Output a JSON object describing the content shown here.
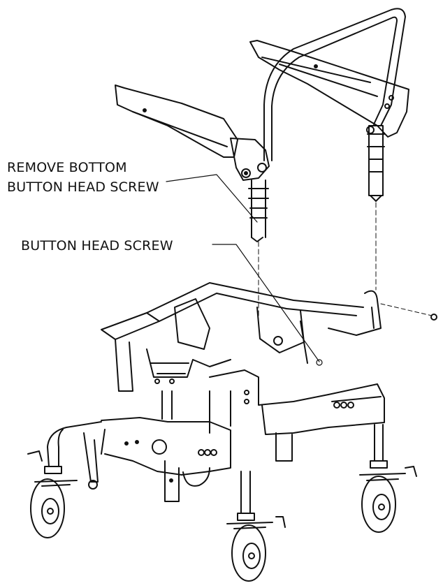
{
  "callouts": {
    "remove_line1": "REMOVE BOTTOM",
    "remove_line2": "BUTTON HEAD SCREW",
    "button_head": "BUTTON HEAD SCREW"
  },
  "colors": {
    "ink": "#111111",
    "paper": "#ffffff"
  }
}
